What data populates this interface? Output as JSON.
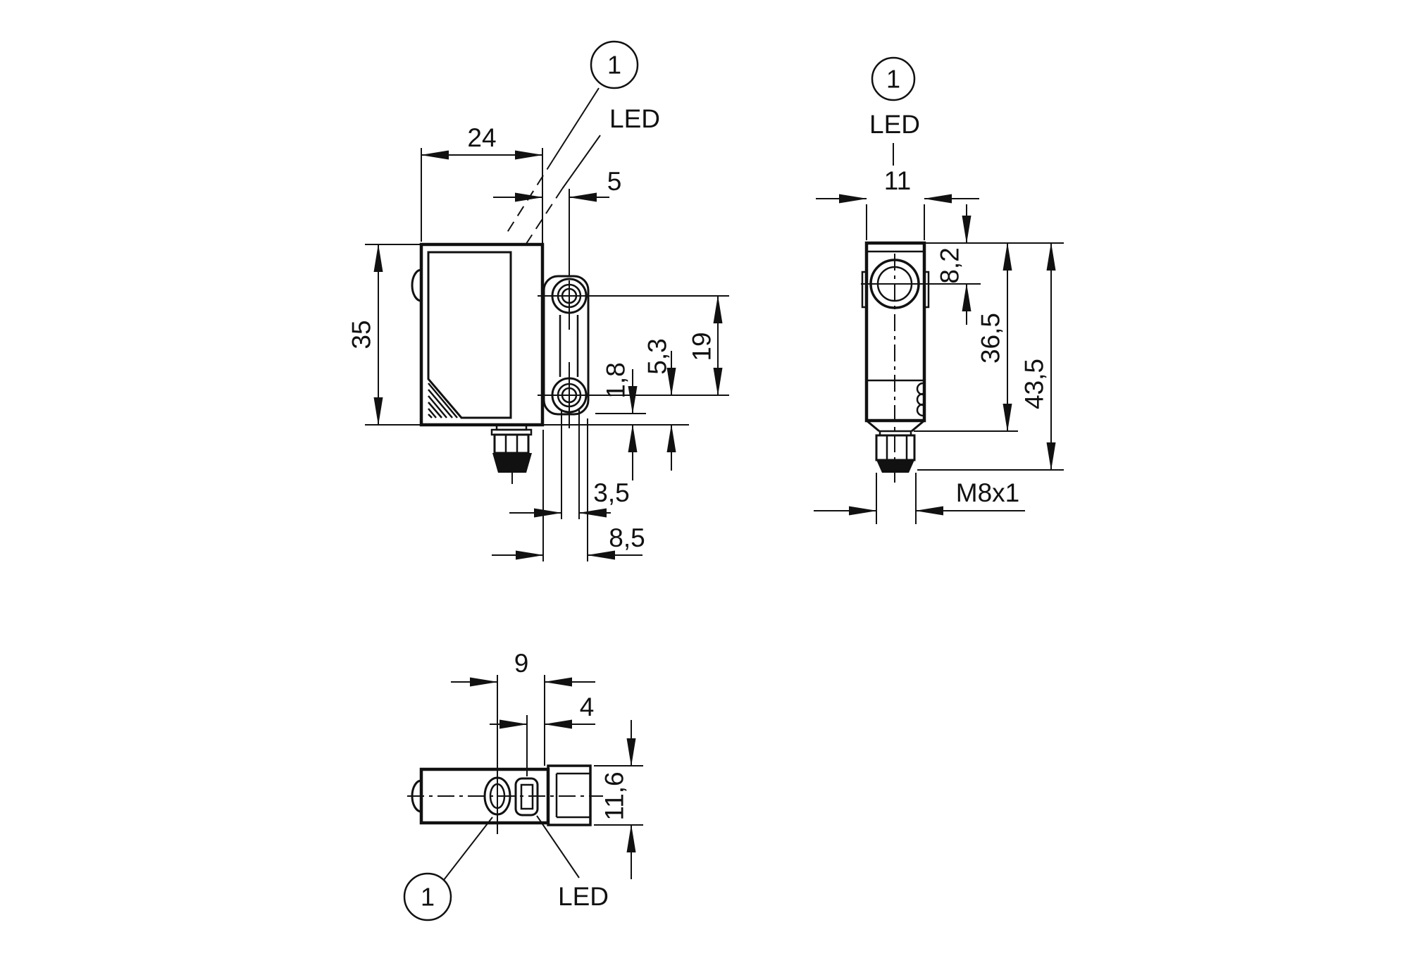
{
  "colors": {
    "ink": "#111111",
    "background": "#ffffff"
  },
  "views": {
    "side": {
      "callout": "1",
      "led_label": "LED",
      "dim_width": "24",
      "dim_led_offset": "5",
      "dim_height": "35",
      "dim_bracket_gap": "1,8",
      "dim_hole_bottom": "5,3",
      "dim_hole_pitch": "19",
      "dim_slot_width": "3,5",
      "dim_bracket_depth": "8,5"
    },
    "front": {
      "callout": "1",
      "led_label": "LED",
      "dim_width": "11",
      "dim_lens_top": "8,2",
      "dim_body_length": "36,5",
      "dim_total_length": "43,5",
      "thread_label": "M8x1"
    },
    "top": {
      "callout": "1",
      "led_label": "LED",
      "dim_pot_offset": "9",
      "dim_led_offset": "4",
      "dim_height": "11,6"
    }
  }
}
